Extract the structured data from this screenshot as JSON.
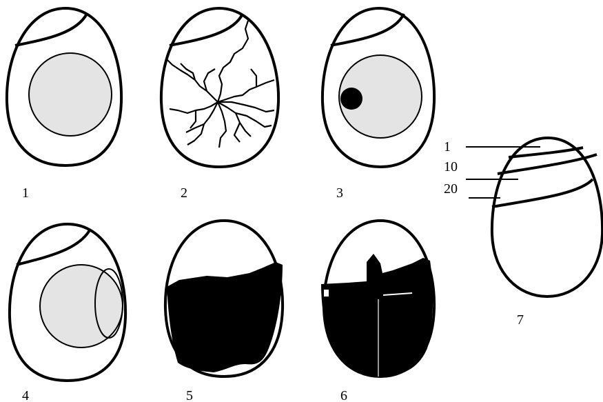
{
  "panels": [
    {
      "number": "1",
      "content": "circle"
    },
    {
      "number": "2",
      "content": "cracks"
    },
    {
      "number": "3",
      "content": "circle-with-spot"
    },
    {
      "number": "4",
      "content": "overlapping-circles"
    },
    {
      "number": "5",
      "content": "dark-fill"
    },
    {
      "number": "6",
      "content": "dark-fill-jagged"
    },
    {
      "number": "7",
      "content": "stacked-caps"
    }
  ],
  "depth_labels": [
    "1",
    "10",
    "20"
  ],
  "colors": {
    "stroke": "#000000",
    "light_fill": "#e4e4e4",
    "dark_fill": "#000000",
    "background": "#ffffff"
  }
}
